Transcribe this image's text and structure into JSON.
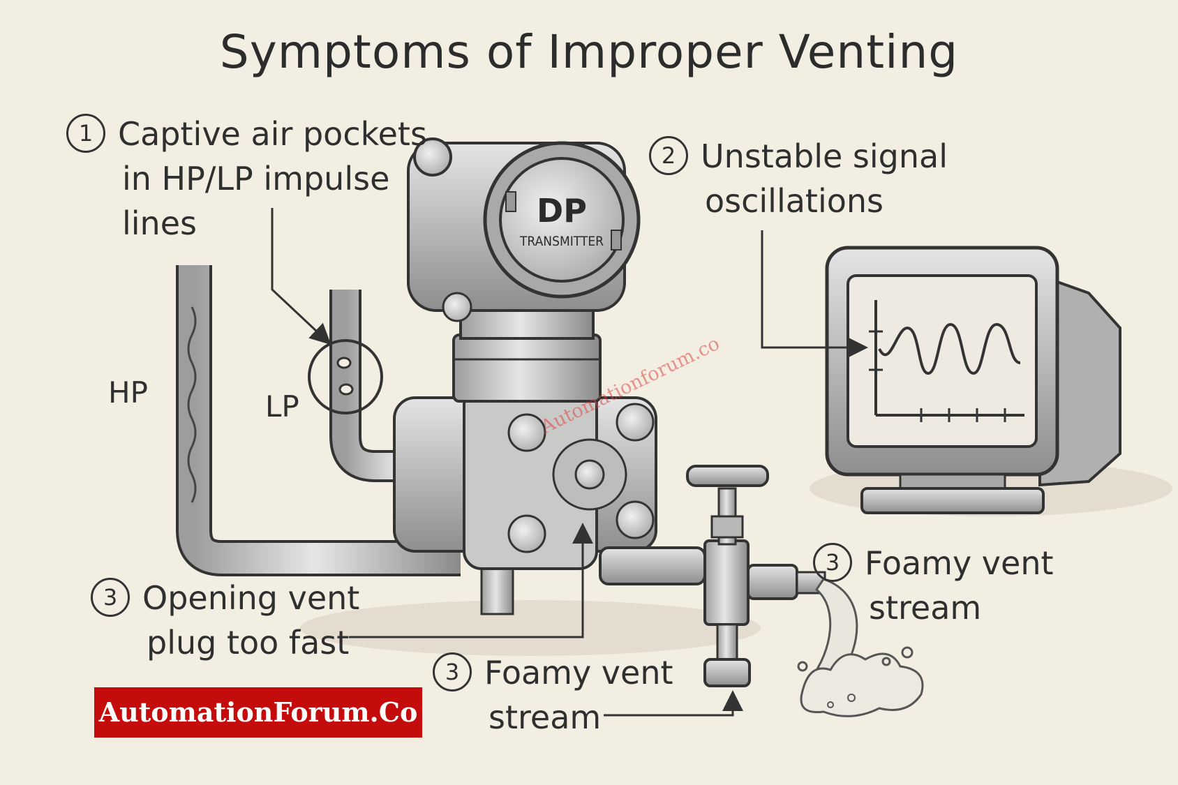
{
  "title": "Symptoms of Improper Venting",
  "callouts": [
    {
      "number": "1",
      "line1": "Captive air pockets",
      "line2": "in HP/LP impulse",
      "line3": "lines"
    },
    {
      "number": "2",
      "line1": "Unstable signal",
      "line2": "oscillations"
    },
    {
      "number": "3",
      "line1": "Opening vent",
      "line2": "plug too fast"
    },
    {
      "number": "3",
      "line1": "Foamy vent",
      "line2": "stream"
    },
    {
      "number": "3",
      "line1": "Foamy vent",
      "line2": "stream"
    }
  ],
  "labels": {
    "hp": "HP",
    "lp": "LP"
  },
  "transmitter": {
    "line1": "DP",
    "line2": "TRANSMITTER"
  },
  "brand": "AutomationForum.Co",
  "watermark": "Automationforum.co",
  "colors": {
    "background": "#f3eee2",
    "ink": "#333333",
    "brand": "#c40c0c"
  },
  "icons": [
    "dp-transmitter-icon",
    "monitor-icon",
    "vent-valve-icon",
    "impulse-line-icon",
    "foam-icon"
  ]
}
